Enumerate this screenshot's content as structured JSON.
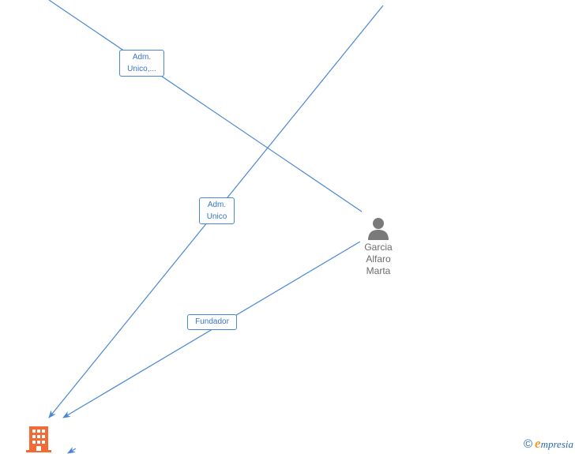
{
  "graph": {
    "edge_labels": [
      {
        "id": "adm-unico-top",
        "text": "Adm.\nUnico,..."
      },
      {
        "id": "adm-unico-mid",
        "text": "Adm.\nUnico"
      },
      {
        "id": "fundador",
        "text": "Fundador"
      }
    ],
    "person": {
      "name": "Garcia\nAlfaro\nMarta",
      "icon": "person-icon"
    },
    "company": {
      "icon": "building-icon"
    }
  },
  "footer": {
    "copyright_symbol": "©",
    "brand_initial": "e",
    "brand_rest": "mpresia"
  },
  "colors": {
    "edge": "#4a86d4",
    "company_icon": "#f26a35",
    "person_icon": "#7a7a7a",
    "brand": "#2a6ab2",
    "brand_initial": "#f0a020"
  }
}
